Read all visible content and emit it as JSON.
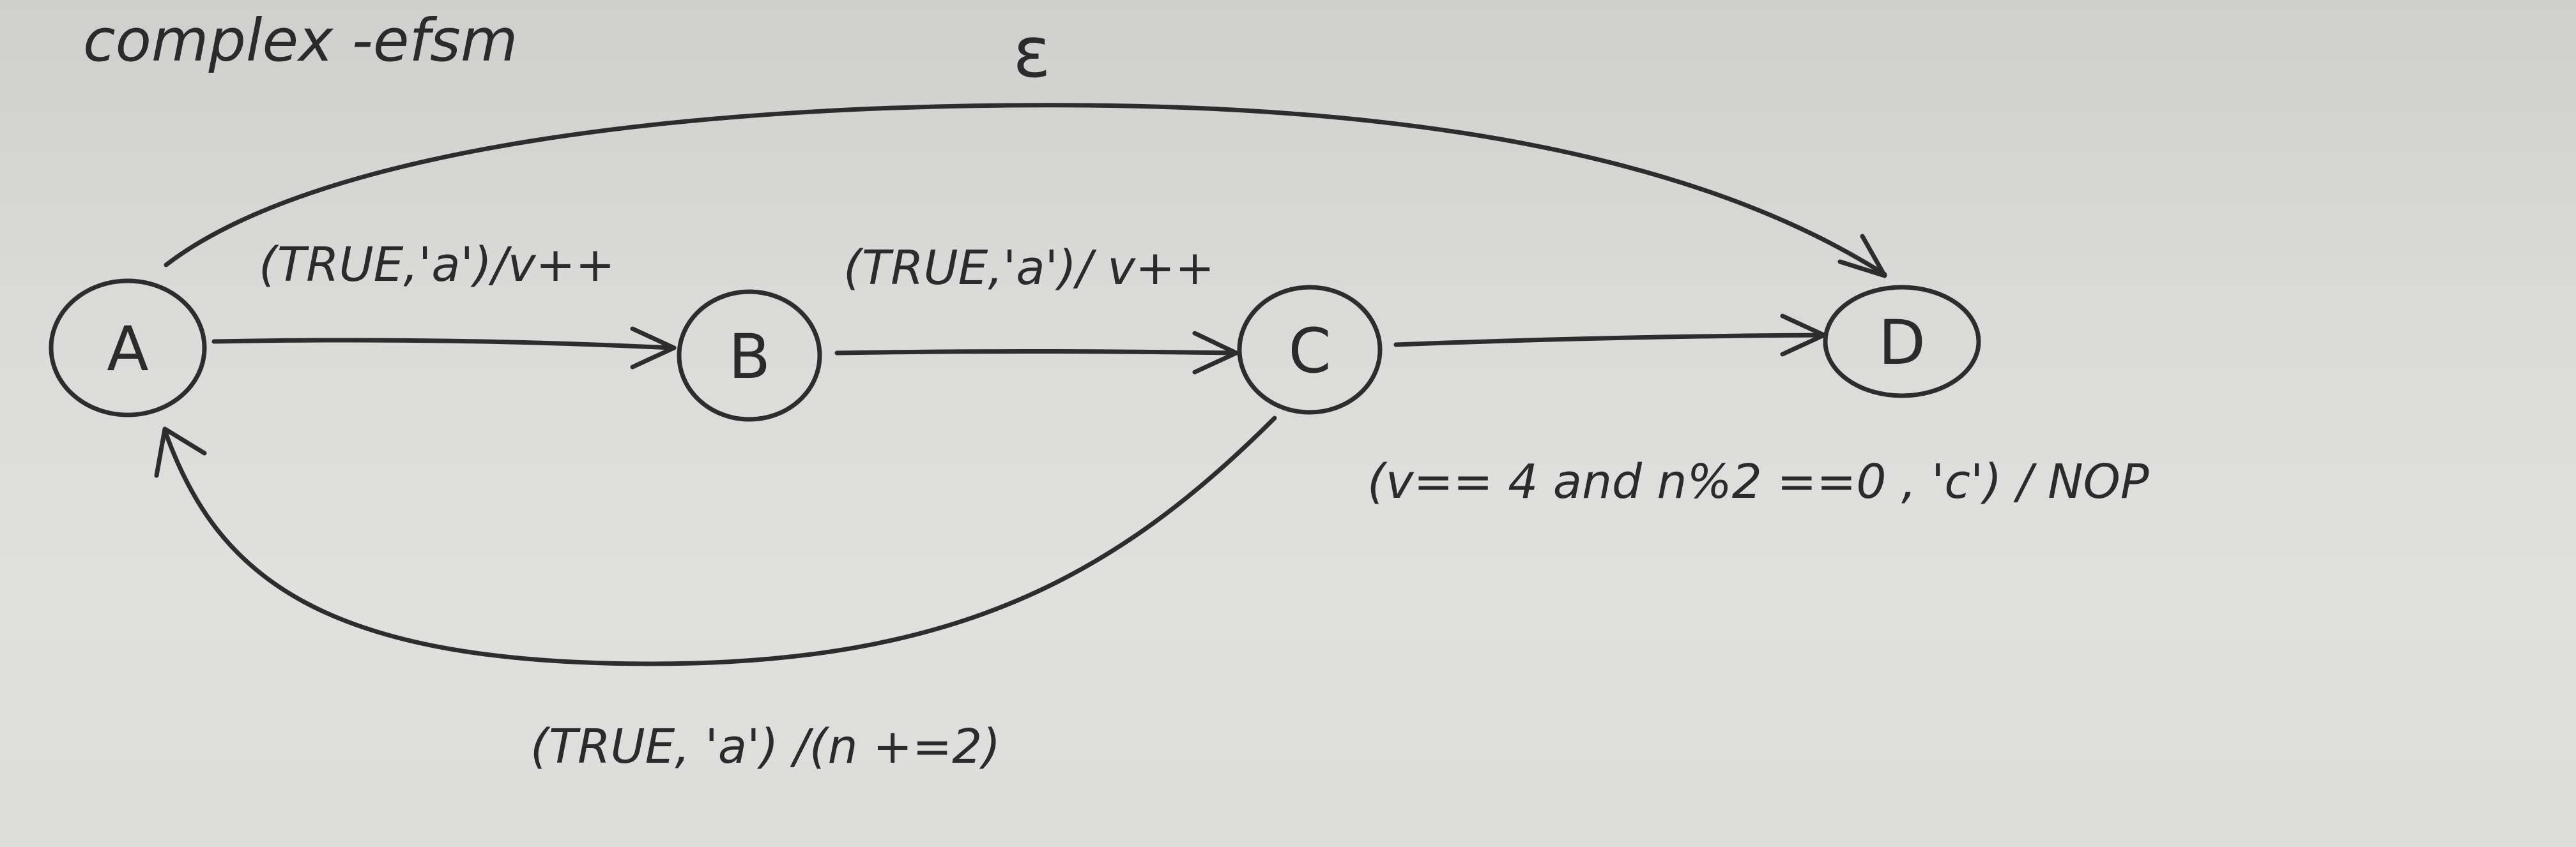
{
  "diagram": {
    "title": "complex -efsm",
    "states": [
      {
        "id": "A",
        "label": "A"
      },
      {
        "id": "B",
        "label": "B"
      },
      {
        "id": "C",
        "label": "C"
      },
      {
        "id": "D",
        "label": "D"
      }
    ],
    "transitions": [
      {
        "from": "A",
        "to": "B",
        "label": "(TRUE,'a')/v++"
      },
      {
        "from": "B",
        "to": "C",
        "label": "(TRUE,'a')/ v++"
      },
      {
        "from": "C",
        "to": "D",
        "label": "(v== 4 and n%2 ==0 , 'c') / NOP"
      },
      {
        "from": "C",
        "to": "A",
        "label": "(TRUE, 'a') /(n +=2)"
      },
      {
        "from": "A",
        "to": "D",
        "label": "ε"
      }
    ]
  }
}
